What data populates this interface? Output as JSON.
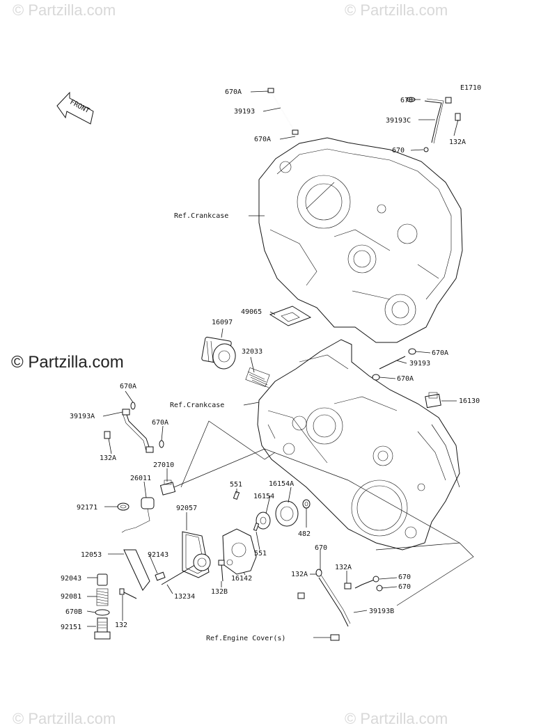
{
  "diagram": {
    "code": "E1710",
    "front_label": "FRONT",
    "watermark": "© Partzilla.com",
    "watermark_main": "© Partzilla.com",
    "parts": {
      "p670A_top": "670A",
      "p39193_top": "39193",
      "p670A_mid": "670A",
      "p670_r1": "670",
      "p39193C": "39193C",
      "p670_r2": "670",
      "p132A_r": "132A",
      "ref_crankcase_1": "Ref.Crankcase",
      "p49065": "49065",
      "p16097": "16097",
      "p32033": "32033",
      "p670A_r": "670A",
      "p39193_r": "39193",
      "p670A_r2": "670A",
      "ref_crankcase_2": "Ref.Crankcase",
      "p16130": "16130",
      "p670A_l": "670A",
      "p39193A": "39193A",
      "p670A_l2": "670A",
      "p132A_l": "132A",
      "p27010": "27010",
      "p26011": "26011",
      "p551_a": "551",
      "p16154A": "16154A",
      "p16154": "16154",
      "p92171": "92171",
      "p92057": "92057",
      "p482": "482",
      "p551_b": "551",
      "p670_b": "670",
      "p12053": "12053",
      "p92143": "92143",
      "p16142": "16142",
      "p132A_b1": "132A",
      "p132A_b2": "132A",
      "p670_b2": "670",
      "p670_b3": "670",
      "p92043": "92043",
      "p13234": "13234",
      "p132B": "132B",
      "p92081": "92081",
      "p670B": "670B",
      "p132": "132",
      "p39193B": "39193B",
      "p92151": "92151",
      "ref_engine_cover": "Ref.Engine Cover(s)"
    }
  }
}
